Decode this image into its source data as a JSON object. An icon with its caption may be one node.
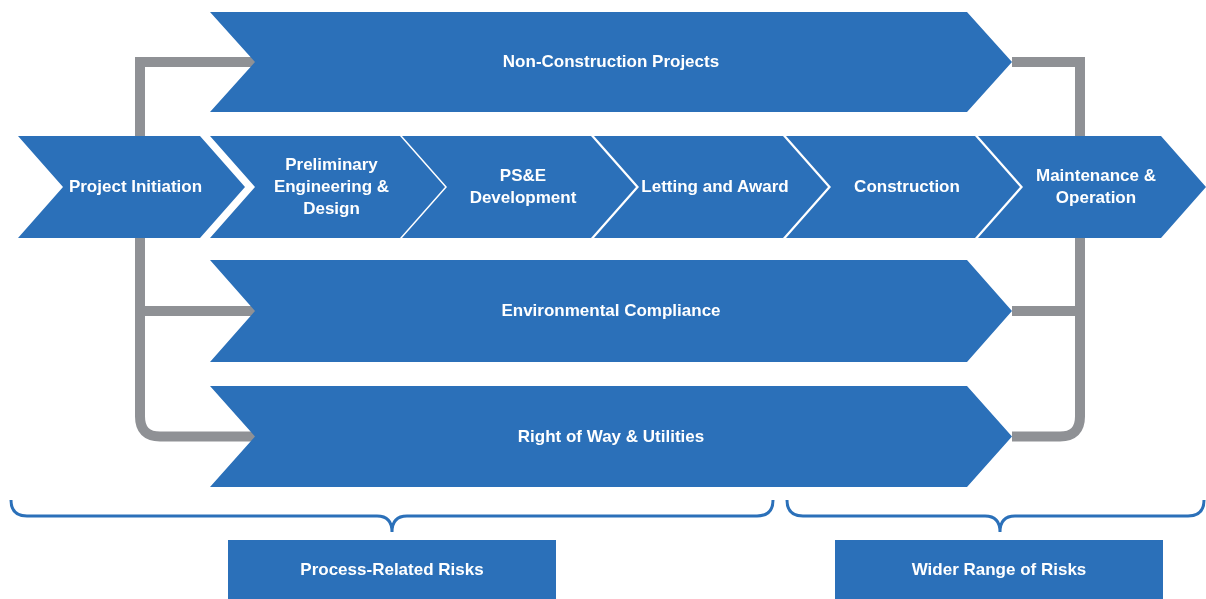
{
  "diagram": {
    "nodes": [
      {
        "text": [
          "Non-Construction Projects"
        ]
      },
      {
        "text": [
          "Project Initiation"
        ]
      },
      {
        "text": [
          "Preliminary Engineering & Design"
        ]
      },
      {
        "text": [
          "PS&E Development"
        ]
      },
      {
        "text": [
          "Letting and Award"
        ]
      },
      {
        "text": [
          "Construction"
        ]
      },
      {
        "text": [
          "Maintenance & Operation"
        ]
      },
      {
        "text": [
          "Environmental Compliance"
        ]
      },
      {
        "text": [
          "Right of Way & Utilities"
        ]
      },
      {
        "text": [
          "Process-Related Risks"
        ]
      },
      {
        "text": [
          "Wider Range of Risks"
        ]
      }
    ],
    "edges": [
      {
        "from": 1,
        "to": 0,
        "arrow": "none"
      },
      {
        "from": 1,
        "to": 7,
        "arrow": "none"
      },
      {
        "from": 1,
        "to": 8,
        "arrow": "none"
      },
      {
        "from": 0,
        "to": 6,
        "arrow": "none"
      },
      {
        "from": 7,
        "to": 6,
        "arrow": "none"
      },
      {
        "from": 8,
        "to": 6,
        "arrow": "none"
      }
    ]
  }
}
